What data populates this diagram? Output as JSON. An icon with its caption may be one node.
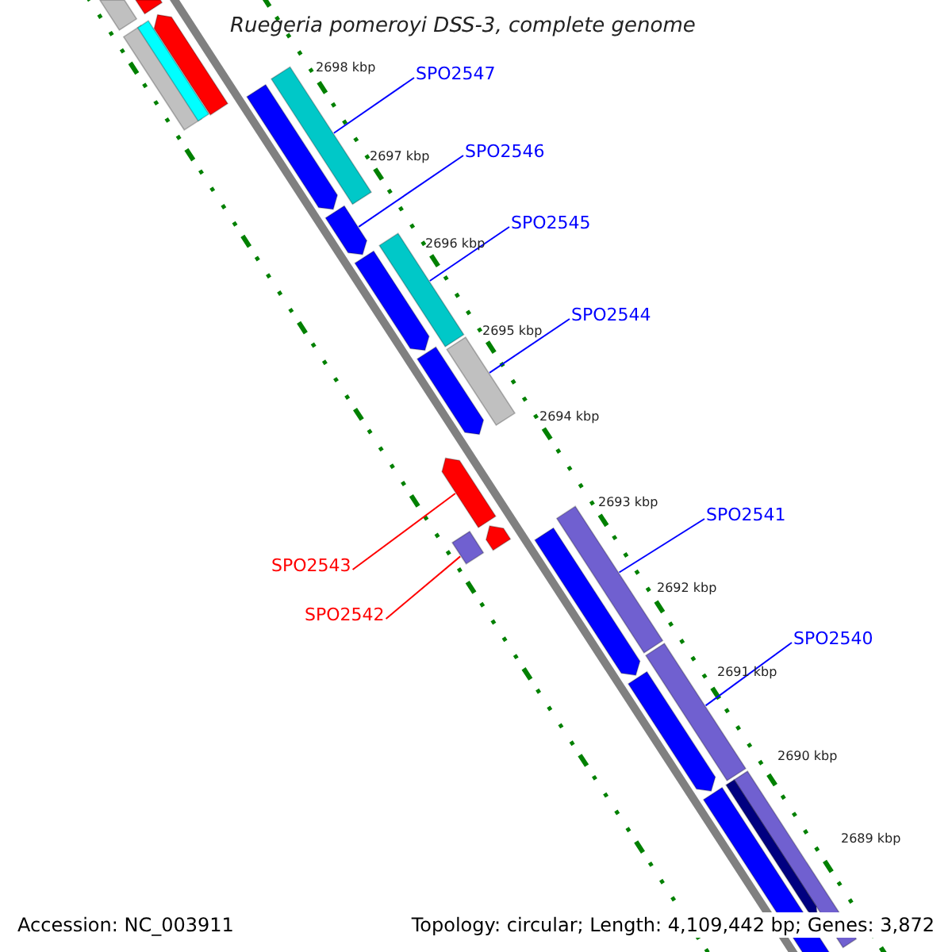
{
  "diagram": {
    "title": "Ruegeria pomeroyi DSS-3, complete genome",
    "nodes": [
      {
        "text": [
          "SPO2547"
        ]
      },
      {
        "text": [
          "SPO2546"
        ]
      },
      {
        "text": [
          "SPO2545"
        ]
      },
      {
        "text": [
          "SPO2544"
        ]
      },
      {
        "text": [
          "SPO2543"
        ]
      },
      {
        "text": [
          "SPO2542"
        ]
      },
      {
        "text": [
          "SPO2541"
        ]
      },
      {
        "text": [
          "SPO2540"
        ]
      },
      {
        "text": [],
        "shape": "bar"
      },
      {
        "text": [],
        "shape": "bar"
      },
      {
        "text": [],
        "shape": "bar"
      },
      {
        "text": [],
        "shape": "bar"
      },
      {
        "text": [],
        "shape": "arrow"
      },
      {
        "text": [],
        "shape": "bar"
      },
      {
        "text": [],
        "shape": "arrow"
      },
      {
        "text": [],
        "shape": "arrow"
      },
      {
        "text": [],
        "shape": "bar"
      },
      {
        "text": [],
        "shape": "arrow"
      },
      {
        "text": [],
        "shape": "bar"
      },
      {
        "text": [],
        "shape": "arrow"
      },
      {
        "text": [],
        "shape": "arrow"
      },
      {
        "text": [],
        "shape": "arrow"
      },
      {
        "text": [],
        "shape": "bar"
      },
      {
        "text": [],
        "shape": "bar"
      },
      {
        "text": [],
        "shape": "arrow"
      },
      {
        "text": [],
        "shape": "bar"
      },
      {
        "text": [],
        "shape": "arrow"
      },
      {
        "text": [],
        "shape": "bar"
      },
      {
        "text": [],
        "shape": "arrow"
      },
      {
        "text": [],
        "shape": "arrow"
      }
    ],
    "edges": [
      {
        "from": 0,
        "to": 13,
        "arrow": "none"
      },
      {
        "from": 1,
        "to": 15,
        "arrow": "none"
      },
      {
        "from": 2,
        "to": 16,
        "arrow": "none"
      },
      {
        "from": 3,
        "to": 18,
        "arrow": "none"
      },
      {
        "from": 4,
        "to": 20,
        "arrow": "none",
        "color": "#ff0000"
      },
      {
        "from": 5,
        "to": 22,
        "arrow": "none",
        "color": "#ff0000"
      },
      {
        "from": 6,
        "to": 23,
        "arrow": "none"
      },
      {
        "from": 7,
        "to": 25,
        "arrow": "none"
      }
    ],
    "labels": [
      "Accession: NC_003911",
      "Topology: circular; Length: 4,109,442 bp; Genes: 3,872",
      "2698 kbp",
      "2697 kbp",
      "2696 kbp",
      "2695 kbp",
      "2694 kbp",
      "2693 kbp",
      "2692 kbp",
      "2691 kbp",
      "2690 kbp",
      "2689 kbp"
    ]
  }
}
